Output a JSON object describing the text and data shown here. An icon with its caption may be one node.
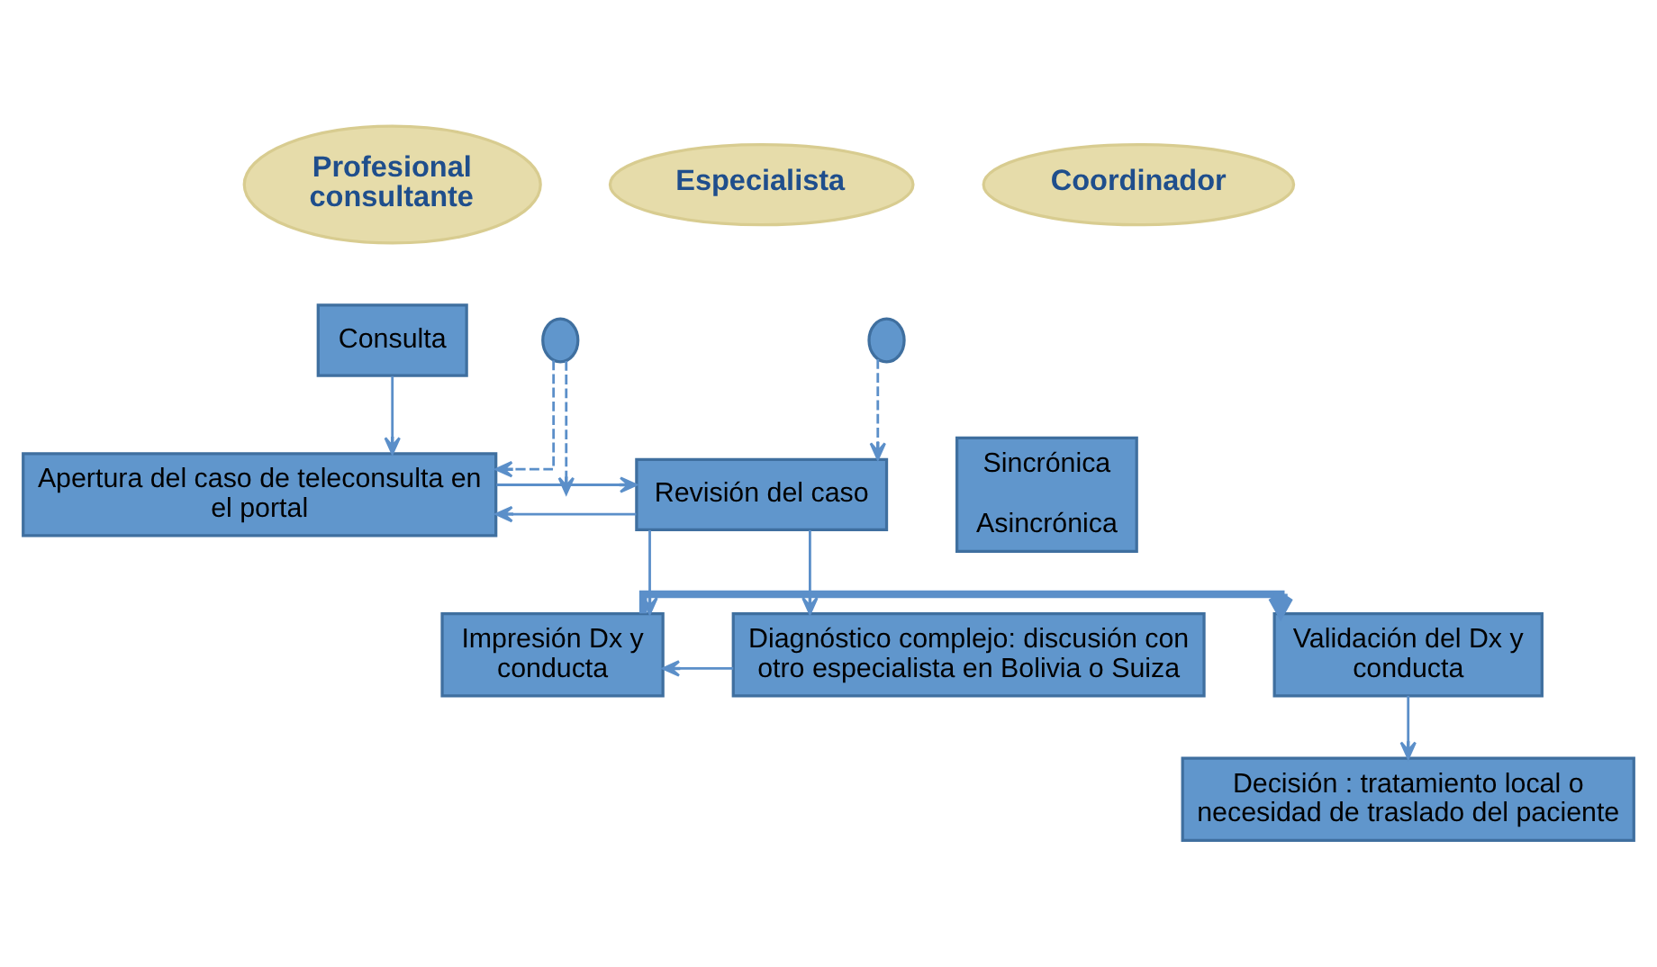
{
  "diagram": {
    "nodes": [
      {
        "text": [
          "Profesional consultante"
        ]
      },
      {
        "text": [
          "Especialista"
        ]
      },
      {
        "text": [
          "Coordinador"
        ]
      },
      {
        "text": [
          "Consulta"
        ]
      },
      {
        "text": [
          "Apertura del caso de teleconsulta en el portal"
        ]
      },
      {
        "text": [
          "Revisión del caso"
        ]
      },
      {
        "text": [
          "Sincrónica",
          "Asincrónica"
        ]
      },
      {
        "text": [],
        "shape": "circle"
      },
      {
        "text": [],
        "shape": "circle"
      },
      {
        "text": [
          "Validación del Dx y conducta"
        ]
      },
      {
        "text": [
          "Impresión Dx y conducta"
        ]
      },
      {
        "text": [
          "Diagnóstico complejo: discusión con otro especialista en Bolivia o Suiza"
        ]
      },
      {
        "text": [
          "Decisión : tratamiento local o necesidad de traslado del paciente"
        ]
      }
    ],
    "edges": [
      {
        "from": 3,
        "to": 4,
        "arrow": "to"
      },
      {
        "from": 7,
        "to": 4,
        "arrow": "to",
        "style": "dashed"
      },
      {
        "from": 7,
        "to": null,
        "arrow": "to",
        "style": "dashed"
      },
      {
        "from": 5,
        "to": 4,
        "arrow": "to"
      },
      {
        "from": 4,
        "to": 5,
        "arrow": "to"
      },
      {
        "from": 8,
        "to": 5,
        "arrow": "to",
        "style": "dashed"
      },
      {
        "from": 5,
        "to": 10,
        "arrow": "to"
      },
      {
        "from": 5,
        "to": 11,
        "arrow": "to"
      },
      {
        "from": 11,
        "to": 10,
        "arrow": "to"
      },
      {
        "from": 10,
        "to": 9,
        "arrow": "to",
        "style": "thick"
      },
      {
        "from": 9,
        "to": 12,
        "arrow": "to"
      }
    ]
  }
}
